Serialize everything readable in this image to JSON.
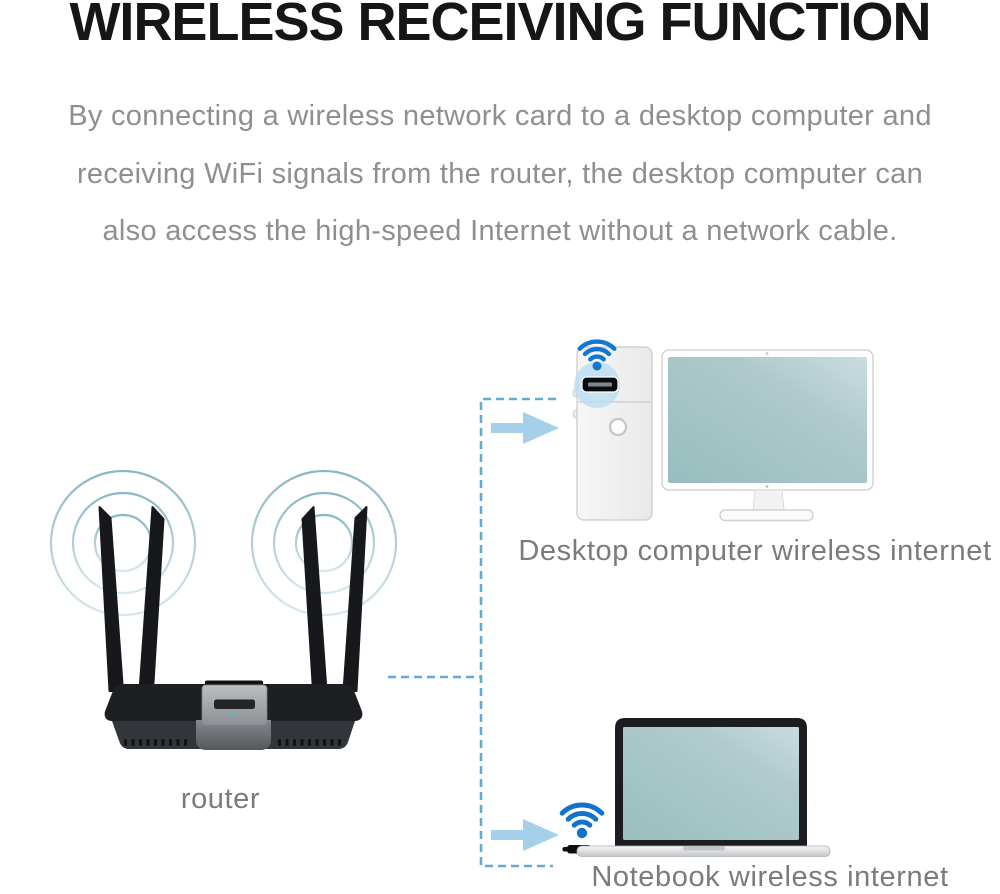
{
  "title": "WIRELESS RECEIVING FUNCTION",
  "description": {
    "lines": [
      "By connecting a wireless network card to a desktop computer and",
      "receiving WiFi signals from the router, the desktop computer can",
      "also access the high-speed Internet without a network cable."
    ]
  },
  "diagram": {
    "router": {
      "label": "router"
    },
    "desktop": {
      "label": "Desktop computer wireless internet"
    },
    "notebook": {
      "label": "Notebook wireless internet"
    },
    "icons": {
      "wifi": "wifi-signal-icon",
      "ripple": "wifi-ripple-icon",
      "arrow": "arrow-right-icon",
      "connector": "dashed-connector-line"
    },
    "colors": {
      "wifi_blue": "#1277d3",
      "dash_blue": "#63abd2",
      "arrow_blue": "#a6cfea",
      "screen_teal": "#9dc0c2",
      "device_black": "#1b1c1f",
      "title_black": "#161616",
      "body_text_gray": "#8f8f8f",
      "label_gray": "#7b7b7b"
    }
  }
}
